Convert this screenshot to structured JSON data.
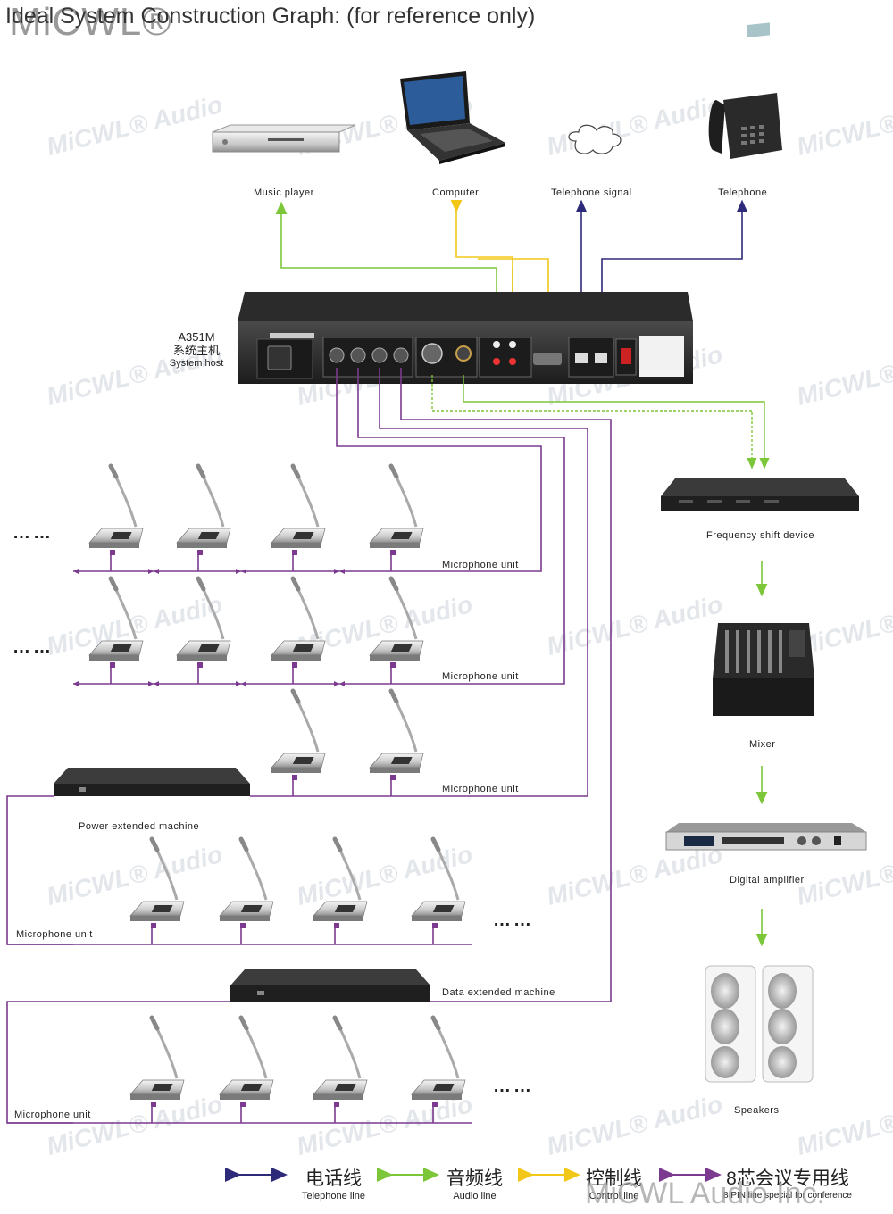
{
  "header": {
    "title": "Ideal System Construction Graph: (for reference only)",
    "brand": "MiCWL®"
  },
  "watermark": "MiCWL® Audio",
  "top_devices": {
    "music_player": "Music player",
    "computer": "Computer",
    "telephone_signal": "Telephone signal",
    "telephone": "Telephone"
  },
  "host": {
    "model": "A351M",
    "cn_name": "系统主机",
    "en_name": "System host"
  },
  "right_chain": {
    "frequency_shift": "Frequency shift device",
    "mixer": "Mixer",
    "amplifier": "Digital amplifier",
    "speakers": "Speakers"
  },
  "left_rows": {
    "mic_unit_1": "Microphone unit",
    "mic_unit_2": "Microphone unit",
    "mic_unit_3": "Microphone unit",
    "power_extended": "Power extended machine",
    "mic_unit_4": "Microphone unit",
    "data_extended": "Data extended machine",
    "mic_unit_5": "Microphone unit",
    "ellipsis": "……"
  },
  "legend": [
    {
      "cn": "电话线",
      "en": "Telephone line",
      "color": "#2e2a7a"
    },
    {
      "cn": "音频线",
      "en": "Audio line",
      "color": "#7cc63a"
    },
    {
      "cn": "控制线",
      "en": "Control line",
      "color": "#f2c718"
    },
    {
      "cn": "8芯会议专用线",
      "en": "8 PIN line special for conference",
      "color": "#7b3a8f"
    }
  ],
  "footer_brand": "MiCWL Audio Inc.",
  "colors": {
    "telephone_line": "#2e2a7a",
    "audio_line": "#7cc63a",
    "control_line": "#f2c718",
    "conference_line": "#7b3a8f"
  }
}
